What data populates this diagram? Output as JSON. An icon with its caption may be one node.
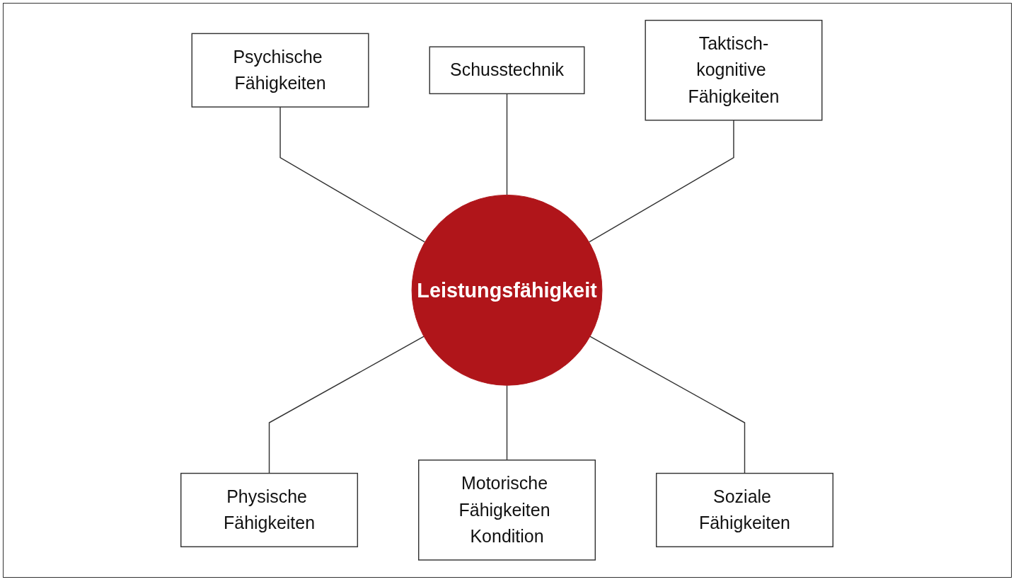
{
  "diagram": {
    "nodes": [
      {
        "text": [
          "Schusstechnik"
        ]
      },
      {
        "text": [
          "Taktisch-kognitive Fähigkeiten"
        ]
      },
      {
        "text": [
          "Psychische Fähigkeiten"
        ]
      },
      {
        "text": [
          "Leistungsfähigkeit"
        ]
      },
      {
        "text": [
          "Physische Fähigkeiten"
        ]
      },
      {
        "text": [
          "Soziale Fähigkeiten"
        ]
      },
      {
        "text": [
          "Motorische Fähigkeiten Kondition"
        ]
      }
    ],
    "edges": [
      {
        "from": 2,
        "to": 3,
        "arrow": "none"
      },
      {
        "from": 0,
        "to": 3,
        "arrow": "none"
      },
      {
        "from": 1,
        "to": 3,
        "arrow": "none"
      },
      {
        "from": 3,
        "to": 4,
        "arrow": "none"
      },
      {
        "from": 3,
        "to": 6,
        "arrow": "none"
      },
      {
        "from": 3,
        "to": 5,
        "arrow": "none"
      }
    ]
  }
}
